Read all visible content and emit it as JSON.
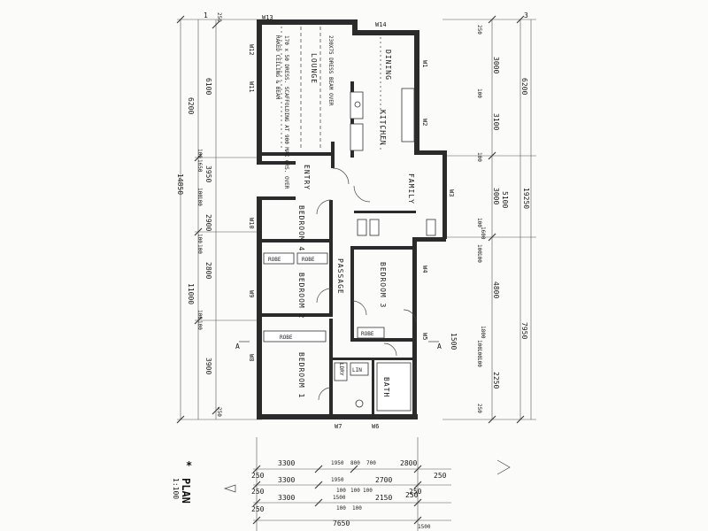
{
  "rooms": {
    "dining": "DINING",
    "kitchen": "KITCHEN",
    "lounge": "LOUNGE",
    "family": "FAMILY",
    "entry": "ENTRY",
    "bedroom4": "BEDROOM 4",
    "bedroom3": "BEDROOM 3",
    "bedroom2": "BEDROOM 2",
    "bedroom1": "BEDROOM 1",
    "passage": "PASSAGE",
    "bath": "BATH",
    "laundry": "LDRY",
    "robe": "ROBE",
    "linen": "LIN"
  },
  "windows": {
    "w13": "W13",
    "w14": "W14",
    "w12": "W12",
    "w11": "W11",
    "w1": "W1",
    "w2": "W2",
    "w3": "W3",
    "w10": "W10",
    "w9": "W9",
    "w8": "W8",
    "w7": "W7",
    "w6": "W6",
    "w4": "W4",
    "w5": "W5"
  },
  "dims_left_outer": [
    "6200",
    "14850",
    "11000"
  ],
  "dims_left_inner": [
    "6100",
    "3950",
    "2900",
    "2800",
    "3900"
  ],
  "dims_left_small": [
    "100",
    "1650",
    "100",
    "100",
    "100",
    "100",
    "100",
    "100"
  ],
  "dims_right_outer": [
    "6200",
    "19250",
    "7950"
  ],
  "dims_right_inner": [
    "3000",
    "3100",
    "3000",
    "5100",
    "4800",
    "1500",
    "2250"
  ],
  "dims_right_small": [
    "100",
    "100",
    "1600",
    "100",
    "100",
    "100",
    "1800",
    "100",
    "100",
    "100"
  ],
  "dims_bottom_row1": [
    "250",
    "3300",
    "1950",
    "800",
    "700",
    "2800",
    "250"
  ],
  "dims_bottom_row2": [
    "250",
    "3300",
    "1950",
    "100",
    "100",
    "100",
    "2700",
    "250"
  ],
  "dims_bottom_row3": [
    "250",
    "3300",
    "1500",
    "2150",
    "250",
    "100",
    "100"
  ],
  "dims_bottom_row4": [
    "7650",
    "1500"
  ],
  "edge_dims": {
    "top_left": "250",
    "top_right": "250",
    "bottom_left": "250",
    "bottom_right": "250"
  },
  "notes": {
    "lounge_beam": "170 x 50 DRESS. SCAFFOLDING AT 900 MAX CRS. OVER",
    "lounge_ceiling": "RAKED CEILING & BEAM",
    "dining_beam": "230X75 DRESS BEAM OVER"
  },
  "section_marks": [
    "A",
    "A"
  ],
  "plan_title": "PLAN",
  "plan_scale": "1:100",
  "plan_marker": "*",
  "corner_marks": [
    "1",
    "3"
  ]
}
